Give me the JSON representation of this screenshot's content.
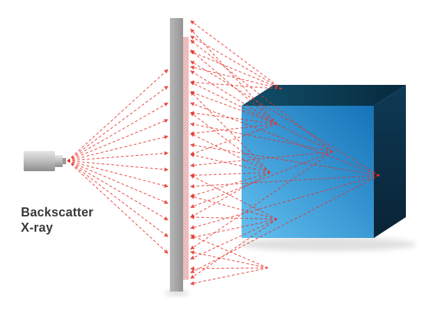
{
  "diagram": {
    "title": "Backscatter X-ray",
    "label_line1": "Backscatter",
    "label_line2": "X-ray",
    "colors": {
      "ray": "#e63229",
      "panel_light": "#b7b7b7",
      "panel_dark": "#949494",
      "strip_bg": "#f2cdcd",
      "strip_dot": "#d97b7b",
      "cube_front_light": "#62c0f0",
      "cube_front_dark": "#1572b8",
      "cube_top_light": "#10506a",
      "cube_top_dark": "#07293d",
      "cube_side_light": "#0e3a55",
      "cube_side_dark": "#092336",
      "emitter_light": "#e6e6e6",
      "emitter_mid": "#bdbdbd",
      "emitter_dark": "#8d8d8d",
      "label_text": "#3a3a3a"
    }
  }
}
